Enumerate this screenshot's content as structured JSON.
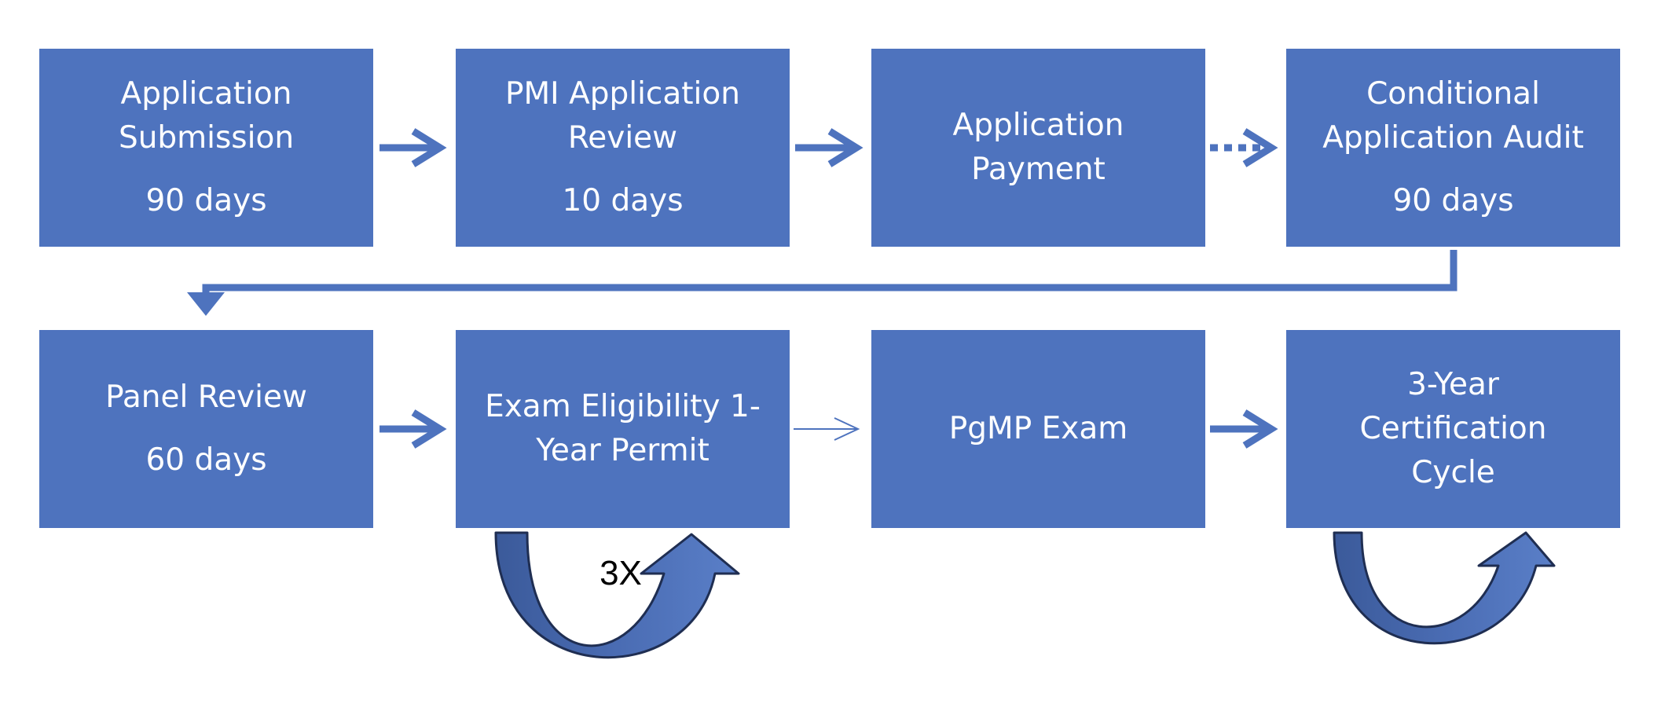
{
  "steps": [
    {
      "title": "Application\nSubmission",
      "duration": "90 days"
    },
    {
      "title": "PMI Application\nReview",
      "duration": "10 days"
    },
    {
      "title": "Application\nPayment",
      "duration": ""
    },
    {
      "title": "Conditional\nApplication Audit",
      "duration": "90 days"
    },
    {
      "title": "Panel Review",
      "duration": "60 days"
    },
    {
      "title": "Exam Eligibility 1-\nYear Permit",
      "duration": ""
    },
    {
      "title": "PgMP Exam",
      "duration": ""
    },
    {
      "title": "3-Year\nCertification\nCycle",
      "duration": ""
    }
  ],
  "loop_label": "3X",
  "colors": {
    "box_fill": "#4E73BE",
    "arrow": "#4E73BE",
    "loop_fill_light": "#4E73BE",
    "loop_fill_dark": "#3B5A9A",
    "loop_stroke": "#1F2E52",
    "text": "#FFFFFF"
  },
  "connectors": [
    {
      "from": "step-1",
      "to": "step-2",
      "style": "solid"
    },
    {
      "from": "step-2",
      "to": "step-3",
      "style": "solid"
    },
    {
      "from": "step-3",
      "to": "step-4",
      "style": "dotted"
    },
    {
      "from": "step-4",
      "to": "step-5",
      "style": "elbow"
    },
    {
      "from": "step-5",
      "to": "step-6",
      "style": "solid"
    },
    {
      "from": "step-6",
      "to": "step-7",
      "style": "thin"
    },
    {
      "from": "step-7",
      "to": "step-8",
      "style": "solid"
    },
    {
      "from": "step-6",
      "to": "step-6",
      "style": "loop"
    },
    {
      "from": "step-8",
      "to": "step-8",
      "style": "loop"
    }
  ]
}
